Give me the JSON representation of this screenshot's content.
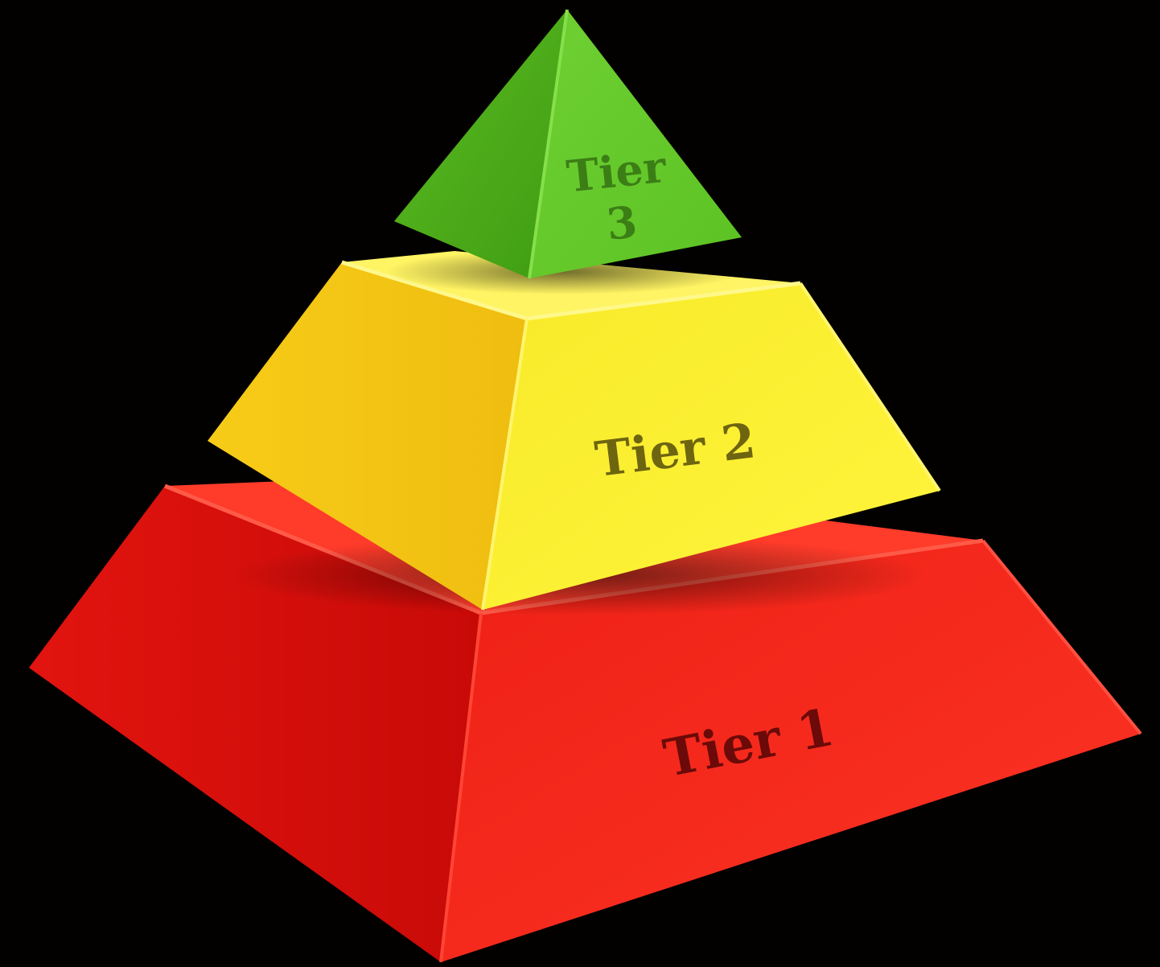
{
  "background": "#030000",
  "tiers": [
    {
      "label": "Tier 1",
      "colors": {
        "left": "#d80f0b",
        "front": "#f2241a",
        "top": "#ff3b2a",
        "text": "#6b0a08"
      }
    },
    {
      "label": "Tier 2",
      "colors": {
        "left": "#f4c614",
        "front": "#fbf032",
        "top": "#fff463",
        "text": "#6e6510"
      }
    },
    {
      "label_lines": [
        "Tier",
        "3"
      ],
      "colors": {
        "left": "#46a516",
        "front": "#64c628",
        "top": "#7bd83d",
        "text": "#3c7e16"
      }
    }
  ]
}
